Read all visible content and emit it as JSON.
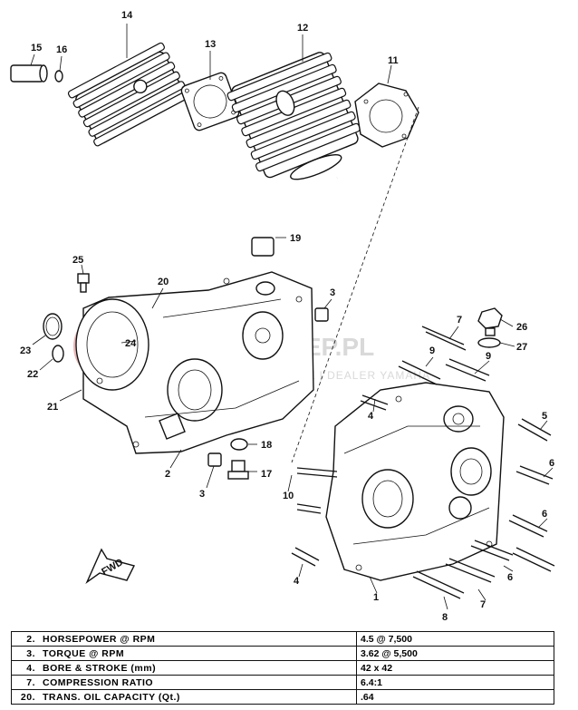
{
  "callouts": {
    "c1": "1",
    "c2": "2",
    "c3a": "3",
    "c3b": "3",
    "c4a": "4",
    "c4b": "4",
    "c5": "5",
    "c6a": "6",
    "c6b": "6",
    "c6c": "6",
    "c7a": "7",
    "c7b": "7",
    "c8": "8",
    "c9a": "9",
    "c9b": "9",
    "c10": "10",
    "c11": "11",
    "c12": "12",
    "c13": "13",
    "c14": "14",
    "c15": "15",
    "c16": "16",
    "c17": "17",
    "c18": "18",
    "c19": "19",
    "c20": "20",
    "c21": "21",
    "c22": "22",
    "c23": "23",
    "c24": "24",
    "c25": "25",
    "c26": "26",
    "c27": "27"
  },
  "fwd_label": "FWD",
  "watermark": {
    "main": "YAMASKLEP.PL",
    "sub": "Z | DEALER YAMAHA"
  },
  "spec_table": [
    {
      "num": "2.",
      "label": "HORSEPOWER @ RPM",
      "value": "4.5 @ 7,500"
    },
    {
      "num": "3.",
      "label": "TORQUE @ RPM",
      "value": "3.62 @ 5,500"
    },
    {
      "num": "4.",
      "label": "BORE & STROKE (mm)",
      "value": "42 x 42"
    },
    {
      "num": "7.",
      "label": "COMPRESSION RATIO",
      "value": "6.4:1"
    },
    {
      "num": "20.",
      "label": "TRANS. OIL CAPACITY (Qt.)",
      "value": ".64"
    }
  ]
}
